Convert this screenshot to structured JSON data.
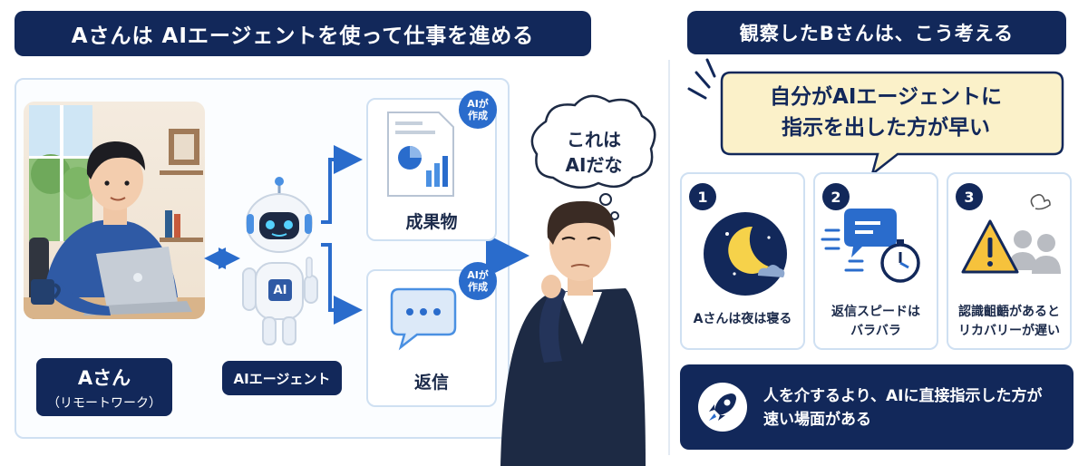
{
  "titles": {
    "left": "Aさんは AIエージェントを使って仕事を進める",
    "right": "観察したBさんは、こう考える"
  },
  "person_a": {
    "name": "Aさん",
    "note": "（リモートワーク）"
  },
  "agent": {
    "label": "AIエージェント",
    "chest_text": "AI"
  },
  "outputs": [
    {
      "label": "成果物",
      "badge_line1": "AIが",
      "badge_line2": "作成"
    },
    {
      "label": "返信",
      "badge_line1": "AIが",
      "badge_line2": "作成"
    }
  ],
  "observer": {
    "thought_line1": "これは",
    "thought_line2": "AIだな"
  },
  "speech": {
    "line1": "自分がAIエージェントに",
    "line2": "指示を出した方が早い"
  },
  "reasons": [
    {
      "number": "1",
      "line1": "Aさんは夜は寝る",
      "line2": "",
      "icon": "moon-icon"
    },
    {
      "number": "2",
      "line1": "返信スピードは",
      "line2": "バラバラ",
      "icon": "chat-timer-icon"
    },
    {
      "number": "3",
      "line1": "認識齟齬があると",
      "line2": "リカバリーが遅い",
      "icon": "warning-people-icon"
    }
  ],
  "conclusion": {
    "line1": "人を介するより、AIに直接指示した方が",
    "line2": "速い場面がある",
    "icon": "rocket-icon"
  },
  "colors": {
    "navy": "#12285a",
    "accent_blue": "#2a6ccc",
    "speech_bg": "#fbf1c9",
    "panel_border": "#cfe0f2"
  }
}
